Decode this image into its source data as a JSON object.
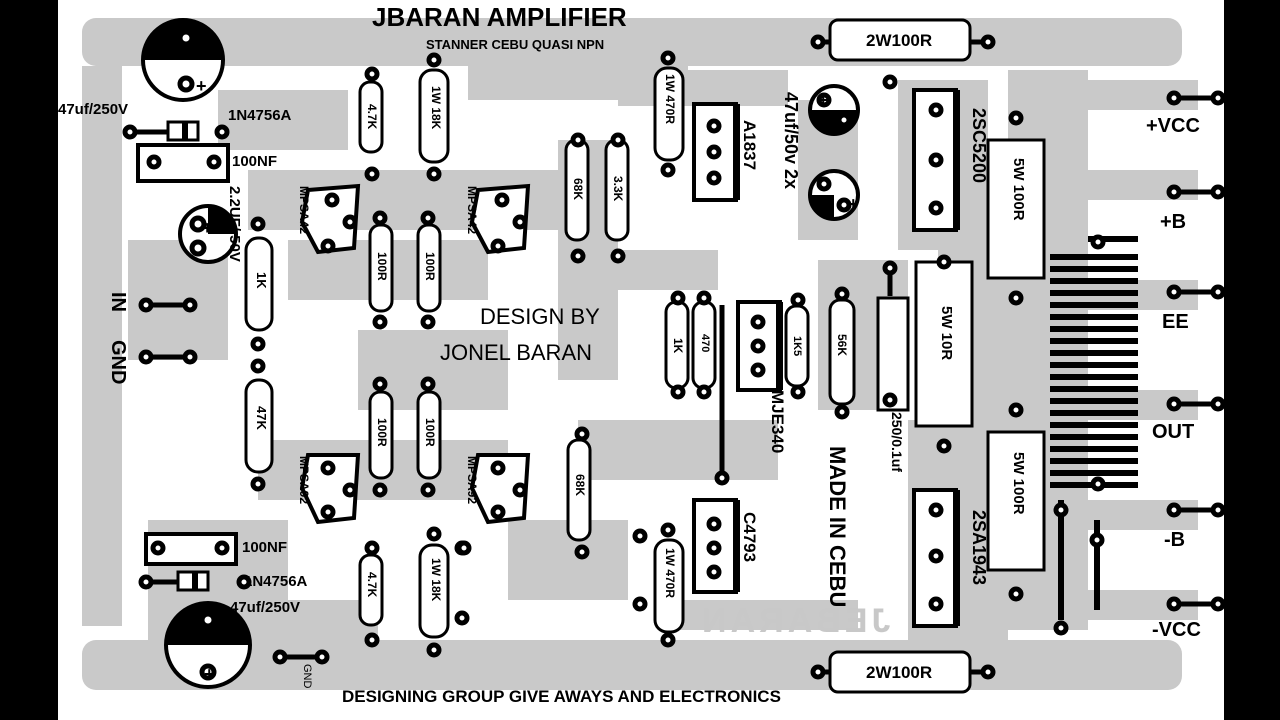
{
  "title": "JBARAN   AMPLIFIER",
  "subtitle": "STANNER CEBU QUASI NPN",
  "design_by": "DESIGN BY",
  "designer": "JONEL BARAN",
  "made_in": "MADE IN CEBU",
  "footer": "DESIGNING GROUP GIVE AWAYS AND ELECTRONICS",
  "watermark": "JEBARAN",
  "connectors": {
    "vcc_pos": "+VCC",
    "b_pos": "+B",
    "ee": "EE",
    "out": "OUT",
    "b_neg": "-B",
    "vcc_neg": "-VCC",
    "input": "IN",
    "gnd": "GND",
    "gnd_small": "GND"
  },
  "parts": {
    "cap_top": "47uf/250V",
    "zener_top": "1N4756A",
    "cap_100nf_top": "100NF",
    "cap_input": "2.2UF/ 50V",
    "r_1k": "1K",
    "r_47k_in": "47K",
    "r_4k7_top": "4.7K",
    "r_18k_top": "1W 18K",
    "q_mpsa42_a": "MPSA42",
    "q_mpsa42_b": "MPSA42",
    "r_100r_a": "100R",
    "r_100r_b": "100R",
    "r_100r_c": "100R",
    "r_100r_d": "100R",
    "q_mpsa92_a": "MPSA92",
    "q_mpsa92_b": "MPSA92",
    "cap_100nf_bot": "100NF",
    "zener_bot": "1N4756A",
    "cap_bot": "47uf/250V",
    "r_4k7_bot": "4.7K",
    "r_18k_bot": "1W 18K",
    "r_470r_top": "1W 470R",
    "q_a1837": "A1837",
    "r_68k_top": "68K",
    "r_3k3": "3.3K",
    "cap_47uf_50v": "47uf/50v 2x",
    "r_1k_vbe": "1K",
    "r_470": "470",
    "q_mje340": "MJE340",
    "r_1k5": "1K5",
    "r_56k": "56K",
    "cap_250v": "250/0.1uf",
    "r_68k_bot": "68K",
    "q_c4793": "C4793",
    "r_470r_bot": "1W 470R",
    "r_2w100r_top": "2W100R",
    "r_2w100r_bot": "2W100R",
    "q_2sc5200": "2SC5200",
    "q_2sa1943": "2SA1943",
    "r_5w100r_a": "5W 100R",
    "r_5w10r": "5W 10R",
    "r_5w100r_b": "5W 100R"
  }
}
